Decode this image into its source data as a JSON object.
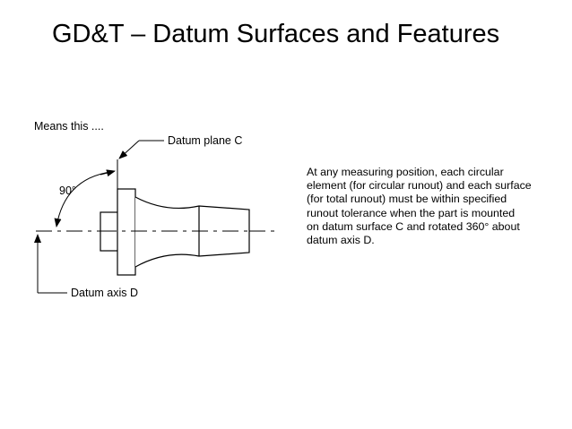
{
  "title": "GD&T – Datum Surfaces and Features",
  "diagram": {
    "means_this": "Means this ....",
    "datum_plane": "Datum plane C",
    "angle": "90°",
    "datum_axis": "Datum axis D"
  },
  "description": {
    "lines": [
      "At any measuring position, each circular",
      "element (for circular runout) and each surface",
      "(for total runout) must be within specified",
      "runout tolerance when the part is mounted",
      "on datum surface C and rotated 360° about",
      "datum axis D."
    ]
  }
}
